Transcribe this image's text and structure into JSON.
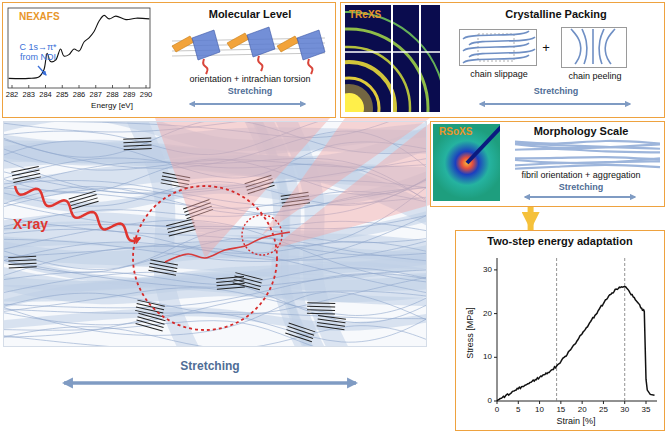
{
  "diagram": {
    "nodes": [
      {
        "text": [
          "NEXAFS",
          "Molecular Level",
          "orientation + intrachian torsion",
          "Stretching"
        ]
      },
      {
        "text": [
          "TReXS",
          "Crystalline Packing",
          "Stretching"
        ]
      },
      {
        "text": [
          "chain slippage"
        ],
        "in": 1
      },
      {
        "text": [
          "chain peeling"
        ],
        "in": 1
      },
      {
        "text": [
          "X-ray"
        ]
      },
      {
        "text": [
          "RSoXS",
          "Morphology Scale",
          "fibril orientation + aggregation",
          "Stretching"
        ]
      },
      {
        "text": [
          "Two-step energy adaptation"
        ]
      }
    ],
    "edges": [
      {
        "from": 5,
        "to": 6,
        "arrow": "to"
      }
    ],
    "labels": [
      "C 1s→π* from NDI",
      "282",
      "283",
      "284",
      "285",
      "286",
      "287",
      "288",
      "289",
      "290",
      "Energy [eV]",
      "+",
      "Stretching",
      "0",
      "10",
      "20",
      "30",
      "0",
      "5",
      "10",
      "15",
      "20",
      "25",
      "30",
      "35",
      "Strain [%]",
      "Stress [MPa]"
    ]
  }
}
